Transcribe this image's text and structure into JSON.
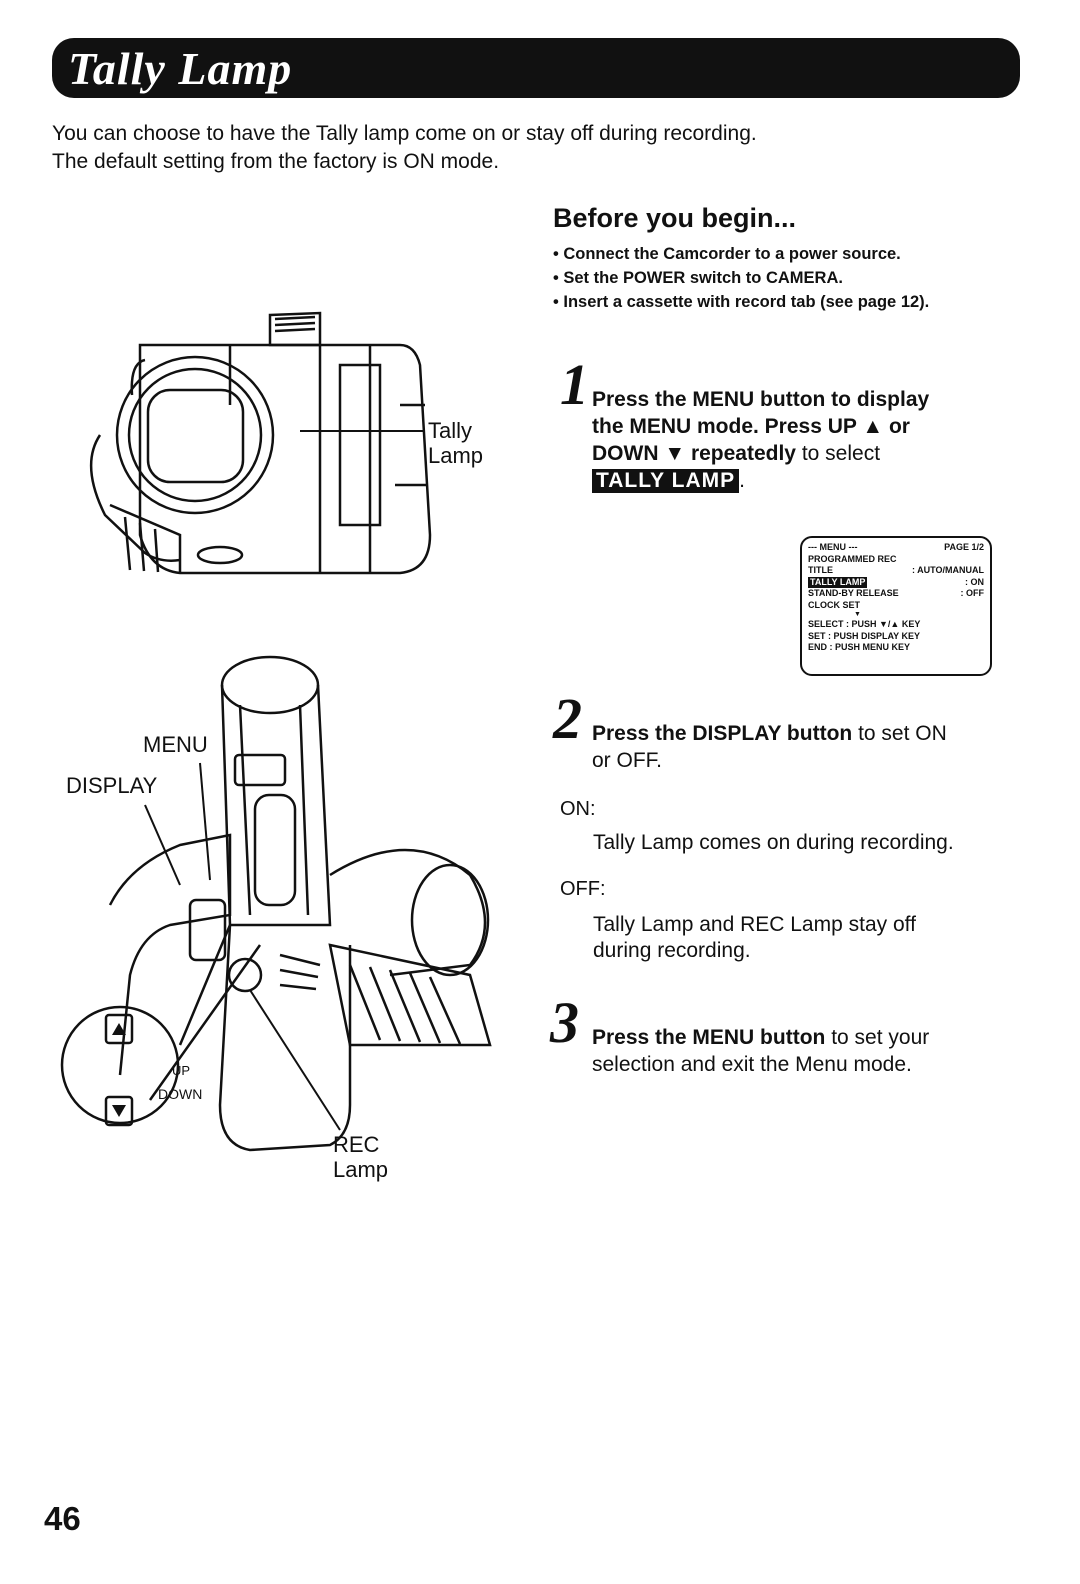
{
  "header": {
    "title": "Tally Lamp"
  },
  "intro": {
    "line1": "You can choose to have the Tally lamp come on or stay off during recording.",
    "line2": "The default setting from the factory is ON mode."
  },
  "before": {
    "heading": "Before you begin...",
    "items": [
      "• Connect the Camcorder to a power source.",
      "• Set the POWER switch to CAMERA.",
      "• Insert a cassette with record tab (see page 12)."
    ]
  },
  "step1": {
    "number": "1",
    "line1": "Press the MENU button to display",
    "line2": "the MENU mode. Press UP ▲ or",
    "line3_bold": "DOWN ▼ repeatedly",
    "line3_rest": " to select",
    "highlight": "TALLY LAMP",
    "after": "."
  },
  "menu_screen": {
    "header_left": "--- MENU ---",
    "header_right": "PAGE 1/2",
    "items": [
      {
        "label": "PROGRAMMED REC",
        "value": ""
      },
      {
        "label": "TITLE",
        "value": ": AUTO/MANUAL"
      },
      {
        "label": "TALLY LAMP",
        "value": ": ON"
      },
      {
        "label": "STAND-BY RELEASE",
        "value": ": OFF"
      },
      {
        "label": "CLOCK SET",
        "value": ""
      }
    ],
    "arrow": "▼",
    "select": "SELECT : PUSH ▼/▲ KEY",
    "set": "SET    : PUSH DISPLAY KEY",
    "end": "END    : PUSH MENU KEY"
  },
  "step2": {
    "number": "2",
    "bold": "Press the DISPLAY button",
    "rest": " to set ON",
    "line2": "or OFF."
  },
  "options": {
    "on_label": "ON:",
    "on_text": "Tally Lamp comes on during recording.",
    "off_label": "OFF:",
    "off_text1": "Tally Lamp and REC Lamp stay off",
    "off_text2": "during recording."
  },
  "step3": {
    "number": "3",
    "bold": "Press the MENU button",
    "rest": " to set your",
    "line2": "selection and exit the Menu mode."
  },
  "labels": {
    "tally1": "Tally",
    "tally2": "Lamp",
    "menu": "MENU",
    "display": "DISPLAY",
    "up": "UP",
    "down": "DOWN",
    "rec1": "REC",
    "rec2": "Lamp"
  },
  "page_number": "46"
}
